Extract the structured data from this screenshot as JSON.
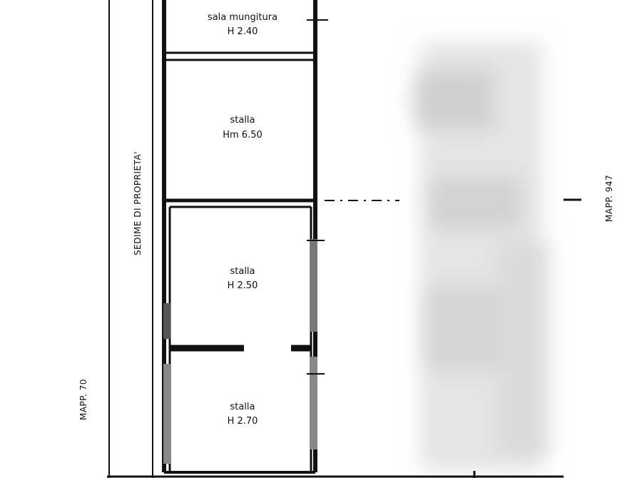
{
  "rooms": [
    {
      "name": "sala mungitura",
      "height": "H 2.40"
    },
    {
      "name": "stalla",
      "height": "Hm 6.50"
    },
    {
      "name": "stalla",
      "height": "H 2.50"
    },
    {
      "name": "stalla",
      "height": "H 2.70"
    }
  ],
  "labels": {
    "property_boundary": "SEDIME DI PROPRIETA'",
    "map_left": "MAPP. 70",
    "map_right": "MAPP. 947"
  },
  "blurred_area": true
}
